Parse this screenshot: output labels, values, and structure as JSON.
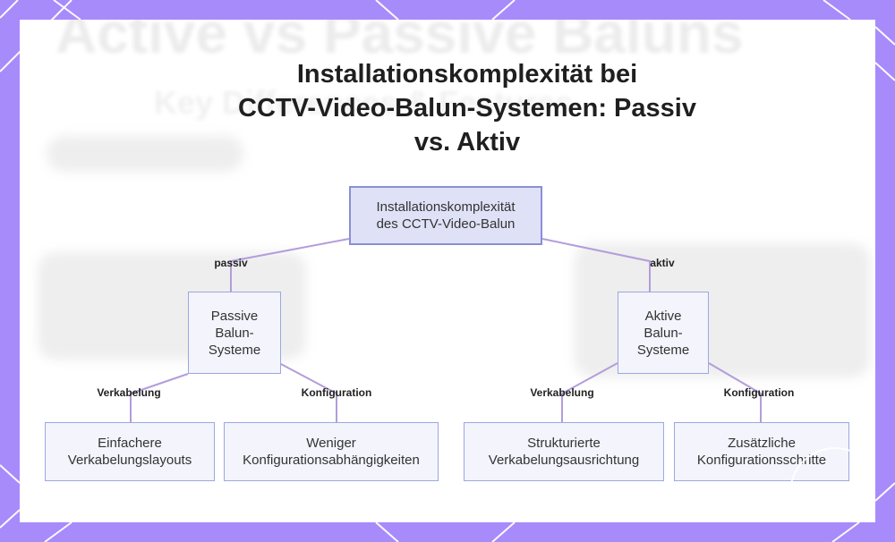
{
  "title": {
    "line1": "Installationskomplexität bei",
    "line2": "CCTV-Video-Balun-Systemen: Passiv",
    "line3": "vs. Aktiv"
  },
  "background_text": {
    "line1": "Active vs Passive Baluns",
    "line2": "Key Differences & Features"
  },
  "colors": {
    "frame": "#a78bfa",
    "node_fill": "#f3f4fc",
    "node_border": "#9aa8e0",
    "root_fill": "#dfe1f7",
    "link": "#b39ddb"
  },
  "nodes": {
    "root": {
      "line1": "Installationskomplexität",
      "line2": "des CCTV-Video-Balun"
    },
    "passive": {
      "line1": "Passive",
      "line2": "Balun-",
      "line3": "Systeme"
    },
    "active": {
      "line1": "Aktive",
      "line2": "Balun-",
      "line3": "Systeme"
    },
    "passive_wiring": {
      "line1": "Einfachere",
      "line2": "Verkabelungslayouts"
    },
    "passive_config": {
      "line1": "Weniger",
      "line2": "Konfigurationsabhängigkeiten"
    },
    "active_wiring": {
      "line1": "Strukturierte",
      "line2": "Verkabelungsausrichtung"
    },
    "active_config": {
      "line1": "Zusätzliche",
      "line2": "Konfigurationsschritte"
    }
  },
  "edge_labels": {
    "passiv": "passiv",
    "aktiv": "aktiv",
    "verkabelung_left": "Verkabelung",
    "konfiguration_left": "Konfiguration",
    "verkabelung_right": "Verkabelung",
    "konfiguration_right": "Konfiguration"
  }
}
